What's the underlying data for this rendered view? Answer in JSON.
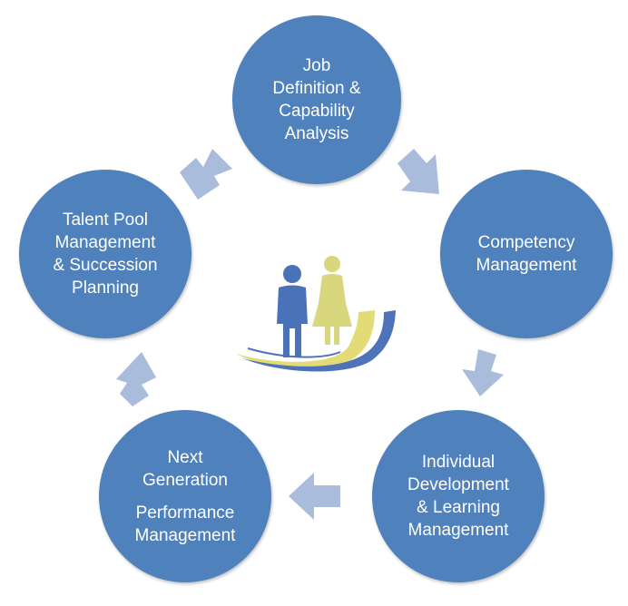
{
  "diagram": {
    "nodes": [
      {
        "id": "job",
        "lines": [
          "Job",
          "Definition &",
          "Capability",
          "Analysis"
        ]
      },
      {
        "id": "competency",
        "lines": [
          "Competency",
          "Management"
        ]
      },
      {
        "id": "development",
        "lines": [
          "Individual",
          "Development",
          "& Learning",
          "Management"
        ]
      },
      {
        "id": "next",
        "lines": [
          "Next",
          "Generation",
          "",
          "Performance",
          "Management"
        ]
      },
      {
        "id": "talent",
        "lines": [
          "Talent Pool",
          "Management",
          "& Succession",
          "Planning"
        ]
      }
    ],
    "edges": [
      {
        "from": "job",
        "to": "competency"
      },
      {
        "from": "competency",
        "to": "development"
      },
      {
        "from": "development",
        "to": "next"
      },
      {
        "from": "next",
        "to": "talent"
      },
      {
        "from": "talent",
        "to": "job"
      }
    ],
    "colors": {
      "node_fill": "#4f81bd",
      "node_text": "#ffffff",
      "arrow_fill": "#a9bcdc",
      "person_male": "#4a72b8",
      "person_female": "#d9d77e",
      "swoosh_yellow": "#e3dc76",
      "swoosh_blue": "#4f73b9"
    },
    "center_icon": "people-figures-icon"
  }
}
